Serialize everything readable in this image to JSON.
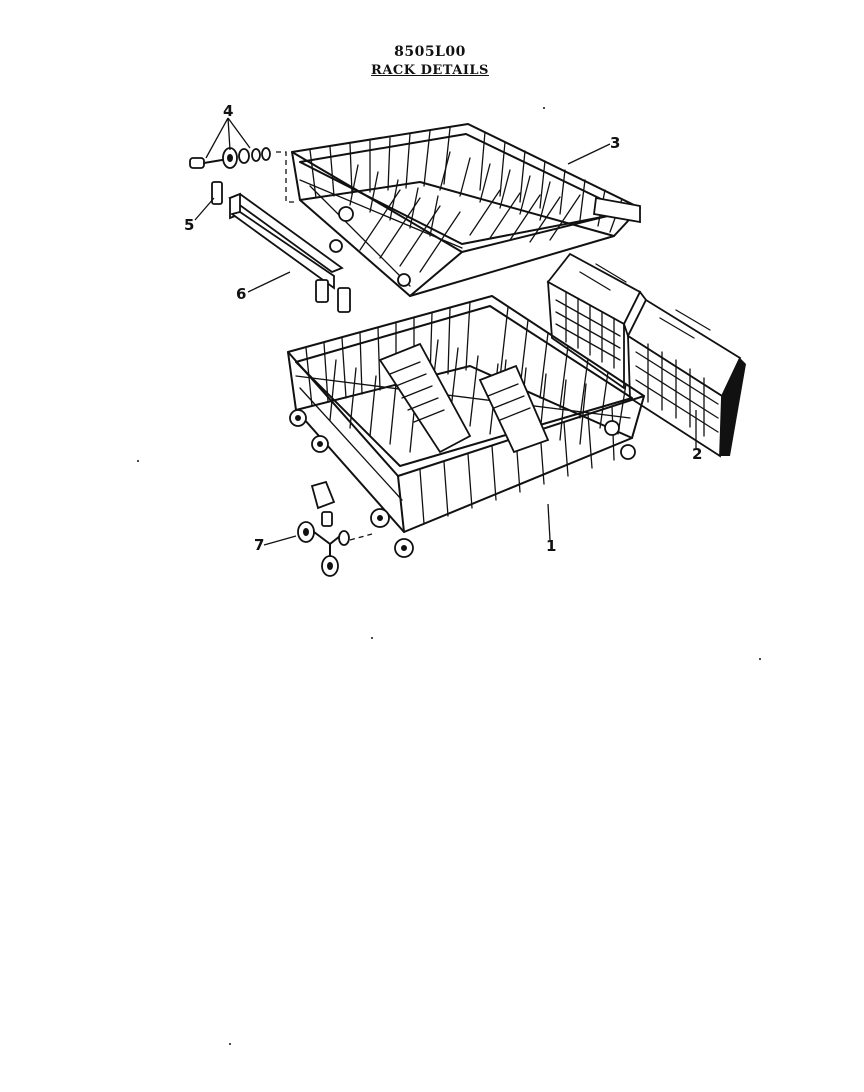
{
  "diagram": {
    "model_number": "8505L00",
    "title": "RACK DETAILS"
  },
  "callouts": [
    {
      "id": "1",
      "text": "1"
    },
    {
      "id": "2",
      "text": "2"
    },
    {
      "id": "3",
      "text": "3"
    },
    {
      "id": "4",
      "text": "4"
    },
    {
      "id": "5",
      "text": "5"
    },
    {
      "id": "6",
      "text": "6"
    },
    {
      "id": "7",
      "text": "7"
    }
  ]
}
